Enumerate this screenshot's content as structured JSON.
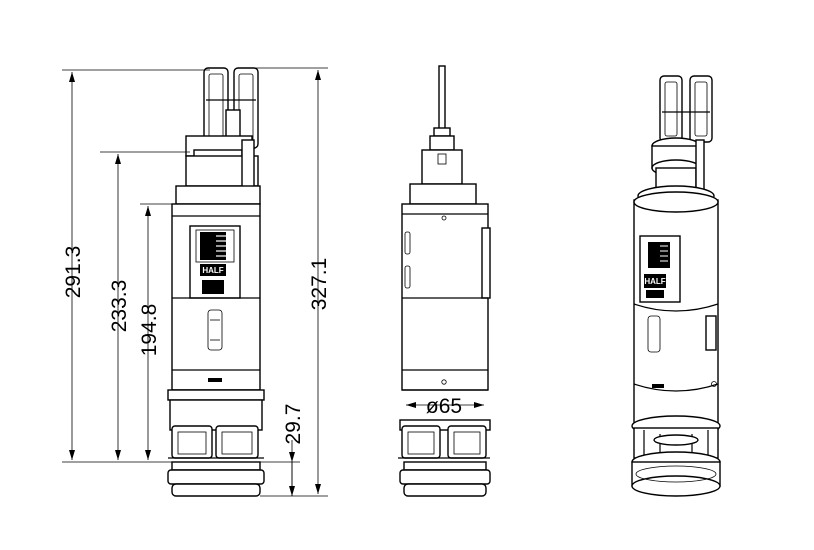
{
  "dimensions": {
    "total_height": "291.3",
    "overall_height": "327.1",
    "upper_height": "233.3",
    "body_height": "194.8",
    "base_height": "29.7",
    "diameter": "ø65"
  },
  "labels": {
    "half_front": "HALF",
    "half_iso": "HALF"
  }
}
